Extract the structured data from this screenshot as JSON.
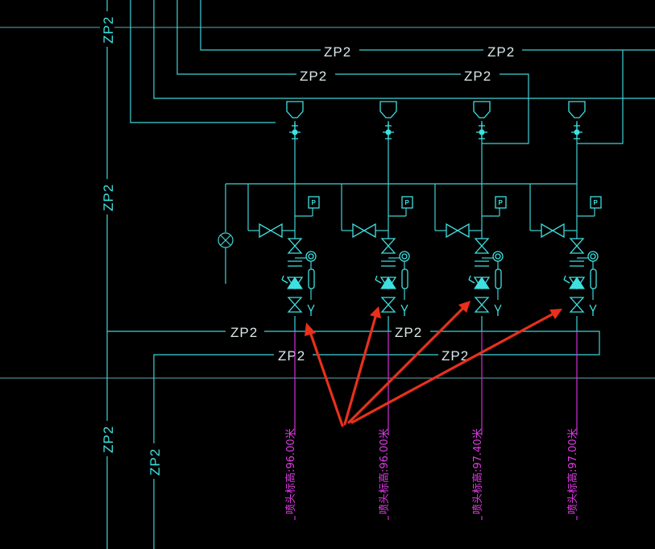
{
  "pipe_labels": {
    "h1a": "ZP2",
    "h1b": "ZP2",
    "h2a": "ZP2",
    "h2b": "ZP2",
    "h3a": "ZP2",
    "h3b": "ZP2",
    "h4a": "ZP2",
    "h4b": "ZP2",
    "v1": "ZP2",
    "v2": "ZP2",
    "v3": "ZP2",
    "v4": "ZP2"
  },
  "tool_labels": [
    {
      "text": "喷头标高:96.00米",
      "p": "P"
    },
    {
      "text": "喷头标高:96.00米",
      "p": "P"
    },
    {
      "text": "喷头标高:97.40米",
      "p": "P"
    },
    {
      "text": "喷头标高:97.00米",
      "p": "P"
    }
  ],
  "colors": {
    "pipe": "#3fd2d6",
    "magenta": "#d22fd6",
    "arrow": "#e8301c",
    "background": "#000000"
  }
}
